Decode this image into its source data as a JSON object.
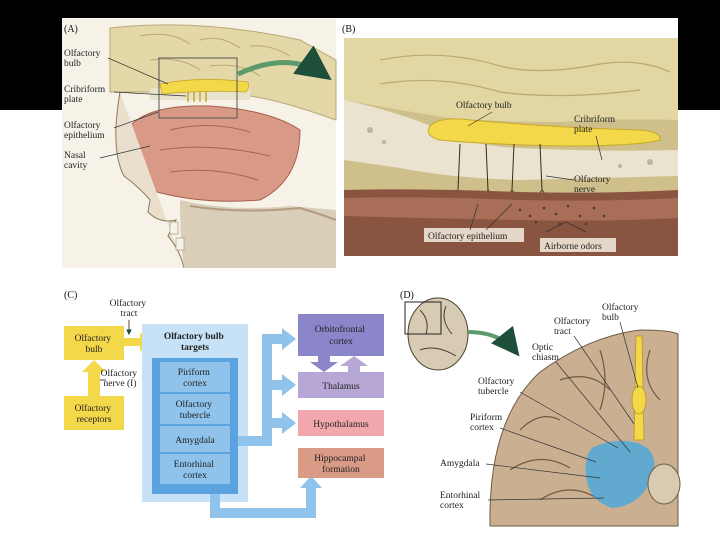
{
  "panels": {
    "a": {
      "letter": "(A)",
      "labels": {
        "bulb": [
          "Olfactory",
          "bulb"
        ],
        "plate": [
          "Cribriform",
          "plate"
        ],
        "epithelium": [
          "Olfactory",
          "epithelium"
        ],
        "cavity": [
          "Nasal",
          "cavity"
        ]
      }
    },
    "b": {
      "letter": "(B)",
      "labels": {
        "bulb": "Olfactory bulb",
        "plate": [
          "Cribriform",
          "plate"
        ],
        "nerve": [
          "Olfactory",
          "nerve"
        ],
        "epithelium": "Olfactory epithelium",
        "odors": "Airborne odors"
      }
    },
    "c": {
      "letter": "(C)",
      "tract": [
        "Olfactory",
        "tract"
      ],
      "bulb": [
        "Olfactory",
        "bulb"
      ],
      "nerve": [
        "Olfactory",
        "nerve (I)"
      ],
      "receptors": [
        "Olfactory",
        "receptors"
      ],
      "targets_title": [
        "Olfactory bulb",
        "targets"
      ],
      "targets": [
        [
          "Piriform",
          "cortex"
        ],
        [
          "Olfactory",
          "tubercle"
        ],
        [
          "Amygdala"
        ],
        [
          "Entorhinal",
          "cortex"
        ]
      ],
      "orbitofrontal": [
        "Orbitofrontal",
        "cortex"
      ],
      "thalamus": "Thalamus",
      "hypothalamus": "Hypothalamus",
      "hippocampal": [
        "Hippocampal",
        "formation"
      ]
    },
    "d": {
      "letter": "(D)",
      "labels": {
        "bulb": [
          "Olfactory",
          "bulb"
        ],
        "tract": [
          "Olfactory",
          "tract"
        ],
        "chiasm": [
          "Optic",
          "chiasm"
        ],
        "tubercle": [
          "Olfactory",
          "tubercle"
        ],
        "piriform": [
          "Piriform",
          "cortex"
        ],
        "amygdala": "Amygdala",
        "entorhinal": [
          "Entorhinal",
          "cortex"
        ]
      }
    }
  },
  "colors": {
    "bulb_yellow": "#f3d84a",
    "box_blue": "#8fc3ec",
    "box_blue_dark": "#5aa3df",
    "purple": "#8a86c9",
    "pink": "#f1a7ac",
    "salmon": "#d99a86",
    "arrow_green": "#5b9a6a"
  }
}
